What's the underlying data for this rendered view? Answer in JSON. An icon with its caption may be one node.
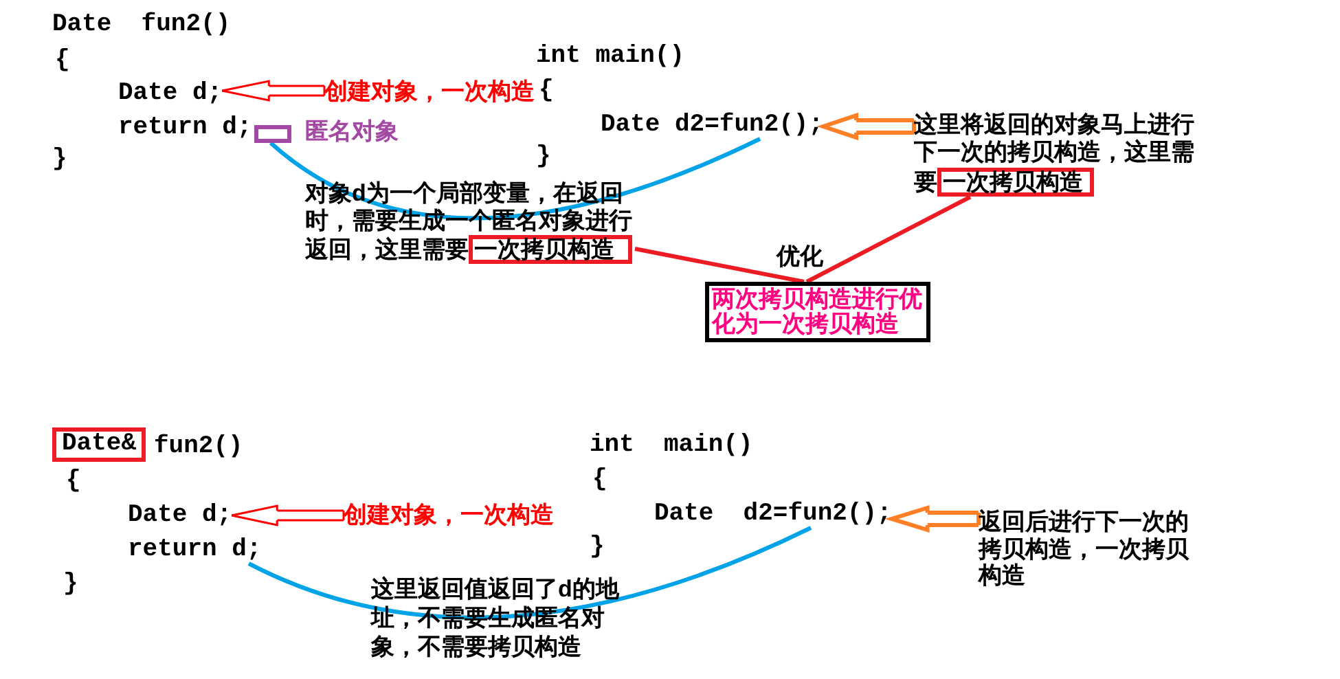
{
  "diagram": {
    "nodes": [
      {
        "text": [
          "Date d;"
        ]
      },
      {
        "text": [
          "创建对象，一次构造"
        ]
      },
      {
        "text": [],
        "shape": "box",
        "beside": [
          "匿名对象"
        ]
      },
      {
        "text": [
          "Date d2=fun2();"
        ]
      },
      {
        "text": [
          "这里将返回的对象马上进行下一次的拷贝构造，这里需要",
          "一次拷贝构造"
        ]
      },
      {
        "text": [
          "对象d为一个局部变量，在返回时，需要生成一个匿名对象进行返回，这里需要",
          "一次拷贝构造"
        ]
      },
      {
        "text": [
          "两次拷贝构造进行优化为一次拷贝构造"
        ],
        "beside": [
          "优化"
        ]
      },
      {
        "text": [
          "Date&"
        ],
        "beside": [
          "fun2()"
        ]
      },
      {
        "text": [
          "Date d;"
        ]
      },
      {
        "text": [
          "创建对象，一次构造"
        ]
      },
      {
        "text": [
          "return d;"
        ]
      },
      {
        "text": [
          "Date  d2=fun2();"
        ]
      },
      {
        "text": [
          "返回后进行下一次的拷贝构造，一次拷贝构造"
        ]
      }
    ],
    "edges": [
      {
        "from": 1,
        "to": 0,
        "arrow": "to",
        "color": "#ff0000"
      },
      {
        "from": 2,
        "to": 3,
        "arrow": "none",
        "color": "#00a2e8"
      },
      {
        "from": 4,
        "to": 3,
        "arrow": "to",
        "color": "#ff7f27"
      },
      {
        "from": 5,
        "to": 6,
        "arrow": "none",
        "color": "#ed1c24"
      },
      {
        "from": 4,
        "to": 6,
        "arrow": "none",
        "color": "#ed1c24"
      },
      {
        "from": 9,
        "to": 8,
        "arrow": "to",
        "color": "#ff0000"
      },
      {
        "from": 10,
        "to": 11,
        "arrow": "none",
        "color": "#00a2e8"
      },
      {
        "from": 12,
        "to": 11,
        "arrow": "to",
        "color": "#ff7f27"
      }
    ],
    "labels": [
      "Date  fun2()",
      "int main()",
      "{",
      "{",
      "return d;",
      "}",
      "}",
      "int  main()",
      "{",
      "{",
      "}",
      "}",
      "这里返回值返回了d的地址，不需要生成匿名对象，不需要拷贝构造"
    ]
  }
}
